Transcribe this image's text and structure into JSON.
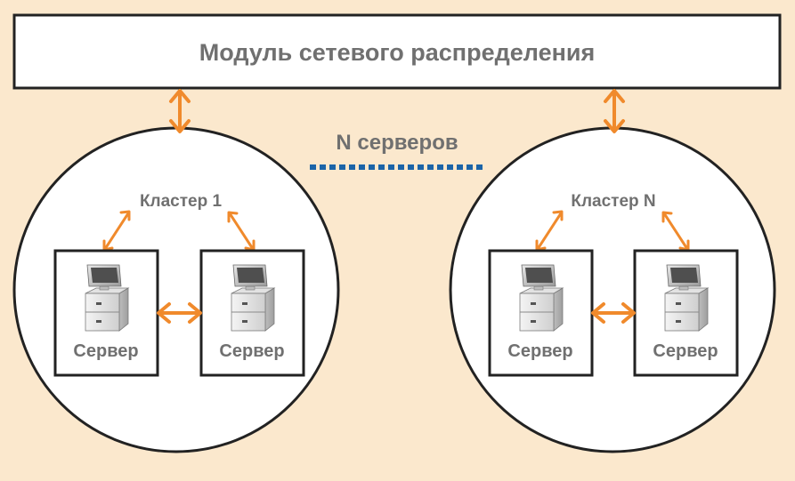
{
  "top_module": {
    "label": "Модуль сетевого распределения"
  },
  "n_servers_label": "N серверов",
  "colors": {
    "background": "#fbe8cd",
    "arrow": "#f08a2c",
    "dots": "#1b64a8",
    "text": "#707070",
    "border": "#222222"
  },
  "clusters": [
    {
      "label": "Кластер 1",
      "servers": [
        {
          "label": "Сервер",
          "icon": "server-computer-icon"
        },
        {
          "label": "Сервер",
          "icon": "server-computer-icon"
        }
      ]
    },
    {
      "label": "Кластер N",
      "servers": [
        {
          "label": "Сервер",
          "icon": "server-computer-icon"
        },
        {
          "label": "Сервер",
          "icon": "server-computer-icon"
        }
      ]
    }
  ]
}
